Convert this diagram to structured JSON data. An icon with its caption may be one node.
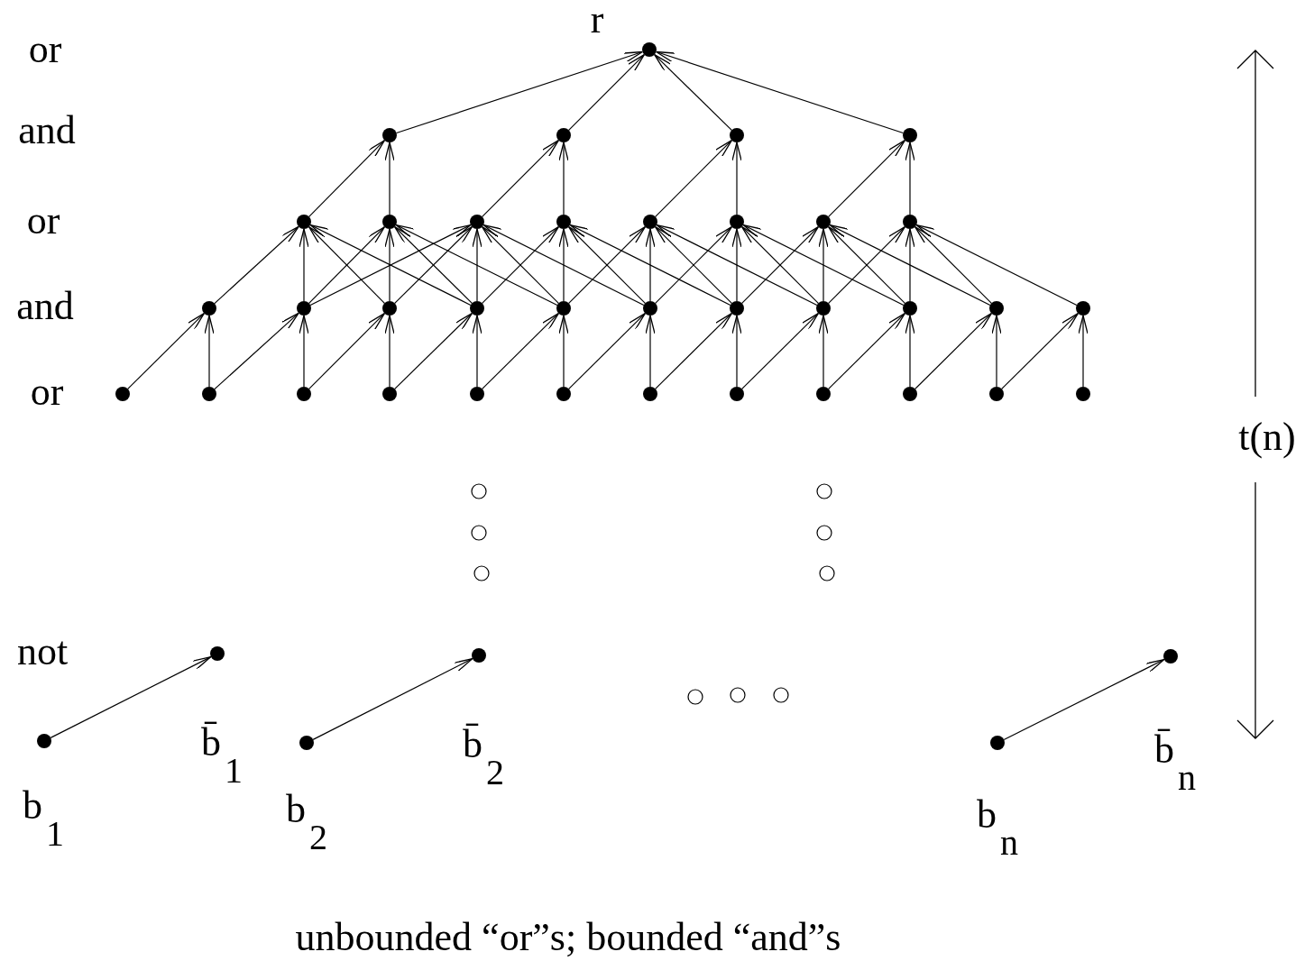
{
  "diagram": {
    "caption": "unbounded “or”s; bounded “and”s",
    "nodes": [
      {
        "text": [],
        "shape": "circle",
        "beside": [
          "r"
        ]
      },
      {
        "text": [],
        "shape": "circle"
      },
      {
        "text": [],
        "shape": "circle"
      },
      {
        "text": [],
        "shape": "circle"
      },
      {
        "text": [],
        "shape": "circle"
      },
      {
        "text": [],
        "shape": "circle"
      },
      {
        "text": [],
        "shape": "circle"
      },
      {
        "text": [],
        "shape": "circle"
      },
      {
        "text": [],
        "shape": "circle"
      },
      {
        "text": [],
        "shape": "circle"
      },
      {
        "text": [],
        "shape": "circle"
      },
      {
        "text": [],
        "shape": "circle"
      },
      {
        "text": [],
        "shape": "circle"
      },
      {
        "text": [],
        "shape": "circle"
      },
      {
        "text": [],
        "shape": "circle"
      },
      {
        "text": [],
        "shape": "circle"
      },
      {
        "text": [],
        "shape": "circle"
      },
      {
        "text": [],
        "shape": "circle"
      },
      {
        "text": [],
        "shape": "circle"
      },
      {
        "text": [],
        "shape": "circle"
      },
      {
        "text": [],
        "shape": "circle"
      },
      {
        "text": [],
        "shape": "circle"
      },
      {
        "text": [],
        "shape": "circle"
      },
      {
        "text": [],
        "shape": "circle"
      },
      {
        "text": [],
        "shape": "circle"
      },
      {
        "text": [],
        "shape": "circle"
      },
      {
        "text": [],
        "shape": "circle"
      },
      {
        "text": [],
        "shape": "circle"
      },
      {
        "text": [],
        "shape": "circle"
      },
      {
        "text": [],
        "shape": "circle"
      },
      {
        "text": [],
        "shape": "circle"
      },
      {
        "text": [],
        "shape": "circle"
      },
      {
        "text": [],
        "shape": "circle"
      },
      {
        "text": [],
        "shape": "circle"
      },
      {
        "text": [],
        "shape": "circle"
      },
      {
        "text": [],
        "shape": "circle"
      },
      {
        "text": [],
        "shape": "circle",
        "beside": [
          "b̄$_{1}$"
        ]
      },
      {
        "text": [],
        "shape": "circle",
        "beside": [
          "b̄$_{2}$"
        ]
      },
      {
        "text": [],
        "shape": "circle",
        "beside": [
          "b̄$_{n}$"
        ]
      },
      {
        "text": [],
        "shape": "circle",
        "beside": [
          "b$_{1}$"
        ]
      },
      {
        "text": [],
        "shape": "circle",
        "beside": [
          "b$_{2}$"
        ]
      },
      {
        "text": [],
        "shape": "circle",
        "beside": [
          "b$_{n}$"
        ]
      }
    ],
    "edges": [
      {
        "from": 1,
        "to": 0,
        "arrow": "to"
      },
      {
        "from": 2,
        "to": 0,
        "arrow": "to"
      },
      {
        "from": 3,
        "to": 0,
        "arrow": "to"
      },
      {
        "from": 4,
        "to": 0,
        "arrow": "to"
      },
      {
        "from": 5,
        "to": 1,
        "arrow": "to"
      },
      {
        "from": 6,
        "to": 1,
        "arrow": "to"
      },
      {
        "from": 7,
        "to": 2,
        "arrow": "to"
      },
      {
        "from": 8,
        "to": 2,
        "arrow": "to"
      },
      {
        "from": 9,
        "to": 3,
        "arrow": "to"
      },
      {
        "from": 10,
        "to": 3,
        "arrow": "to"
      },
      {
        "from": 11,
        "to": 4,
        "arrow": "to"
      },
      {
        "from": 12,
        "to": 4,
        "arrow": "to"
      },
      {
        "from": 13,
        "to": 5,
        "arrow": "to"
      },
      {
        "from": 14,
        "to": 5,
        "arrow": "to"
      },
      {
        "from": 15,
        "to": 5,
        "arrow": "to"
      },
      {
        "from": 16,
        "to": 5,
        "arrow": "to"
      },
      {
        "from": 14,
        "to": 6,
        "arrow": "to"
      },
      {
        "from": 15,
        "to": 6,
        "arrow": "to"
      },
      {
        "from": 16,
        "to": 6,
        "arrow": "to"
      },
      {
        "from": 17,
        "to": 6,
        "arrow": "to"
      },
      {
        "from": 14,
        "to": 7,
        "arrow": "to"
      },
      {
        "from": 15,
        "to": 7,
        "arrow": "to"
      },
      {
        "from": 16,
        "to": 7,
        "arrow": "to"
      },
      {
        "from": 17,
        "to": 7,
        "arrow": "to"
      },
      {
        "from": 18,
        "to": 7,
        "arrow": "to"
      },
      {
        "from": 16,
        "to": 8,
        "arrow": "to"
      },
      {
        "from": 17,
        "to": 8,
        "arrow": "to"
      },
      {
        "from": 18,
        "to": 8,
        "arrow": "to"
      },
      {
        "from": 19,
        "to": 8,
        "arrow": "to"
      },
      {
        "from": 17,
        "to": 9,
        "arrow": "to"
      },
      {
        "from": 18,
        "to": 9,
        "arrow": "to"
      },
      {
        "from": 19,
        "to": 9,
        "arrow": "to"
      },
      {
        "from": 20,
        "to": 9,
        "arrow": "to"
      },
      {
        "from": 18,
        "to": 10,
        "arrow": "to"
      },
      {
        "from": 19,
        "to": 10,
        "arrow": "to"
      },
      {
        "from": 20,
        "to": 10,
        "arrow": "to"
      },
      {
        "from": 21,
        "to": 10,
        "arrow": "to"
      },
      {
        "from": 19,
        "to": 11,
        "arrow": "to"
      },
      {
        "from": 20,
        "to": 11,
        "arrow": "to"
      },
      {
        "from": 21,
        "to": 11,
        "arrow": "to"
      },
      {
        "from": 22,
        "to": 11,
        "arrow": "to"
      },
      {
        "from": 20,
        "to": 12,
        "arrow": "to"
      },
      {
        "from": 21,
        "to": 12,
        "arrow": "to"
      },
      {
        "from": 22,
        "to": 12,
        "arrow": "to"
      },
      {
        "from": 23,
        "to": 12,
        "arrow": "to"
      },
      {
        "from": 24,
        "to": 13,
        "arrow": "to"
      },
      {
        "from": 25,
        "to": 13,
        "arrow": "to"
      },
      {
        "from": 25,
        "to": 14,
        "arrow": "to"
      },
      {
        "from": 26,
        "to": 14,
        "arrow": "to"
      },
      {
        "from": 26,
        "to": 15,
        "arrow": "to"
      },
      {
        "from": 27,
        "to": 15,
        "arrow": "to"
      },
      {
        "from": 27,
        "to": 16,
        "arrow": "to"
      },
      {
        "from": 28,
        "to": 16,
        "arrow": "to"
      },
      {
        "from": 28,
        "to": 17,
        "arrow": "to"
      },
      {
        "from": 29,
        "to": 17,
        "arrow": "to"
      },
      {
        "from": 29,
        "to": 18,
        "arrow": "to"
      },
      {
        "from": 30,
        "to": 18,
        "arrow": "to"
      },
      {
        "from": 30,
        "to": 19,
        "arrow": "to"
      },
      {
        "from": 31,
        "to": 19,
        "arrow": "to"
      },
      {
        "from": 31,
        "to": 20,
        "arrow": "to"
      },
      {
        "from": 32,
        "to": 20,
        "arrow": "to"
      },
      {
        "from": 32,
        "to": 21,
        "arrow": "to"
      },
      {
        "from": 33,
        "to": 21,
        "arrow": "to"
      },
      {
        "from": 33,
        "to": 22,
        "arrow": "to"
      },
      {
        "from": 34,
        "to": 22,
        "arrow": "to"
      },
      {
        "from": 34,
        "to": 23,
        "arrow": "to"
      },
      {
        "from": 35,
        "to": 23,
        "arrow": "to"
      },
      {
        "from": 39,
        "to": 36,
        "arrow": "to"
      },
      {
        "from": 40,
        "to": 37,
        "arrow": "to"
      },
      {
        "from": 41,
        "to": 38,
        "arrow": "to"
      }
    ],
    "labels": [
      "or",
      "and",
      "or",
      "and",
      "or",
      "not",
      "t(n)"
    ]
  }
}
